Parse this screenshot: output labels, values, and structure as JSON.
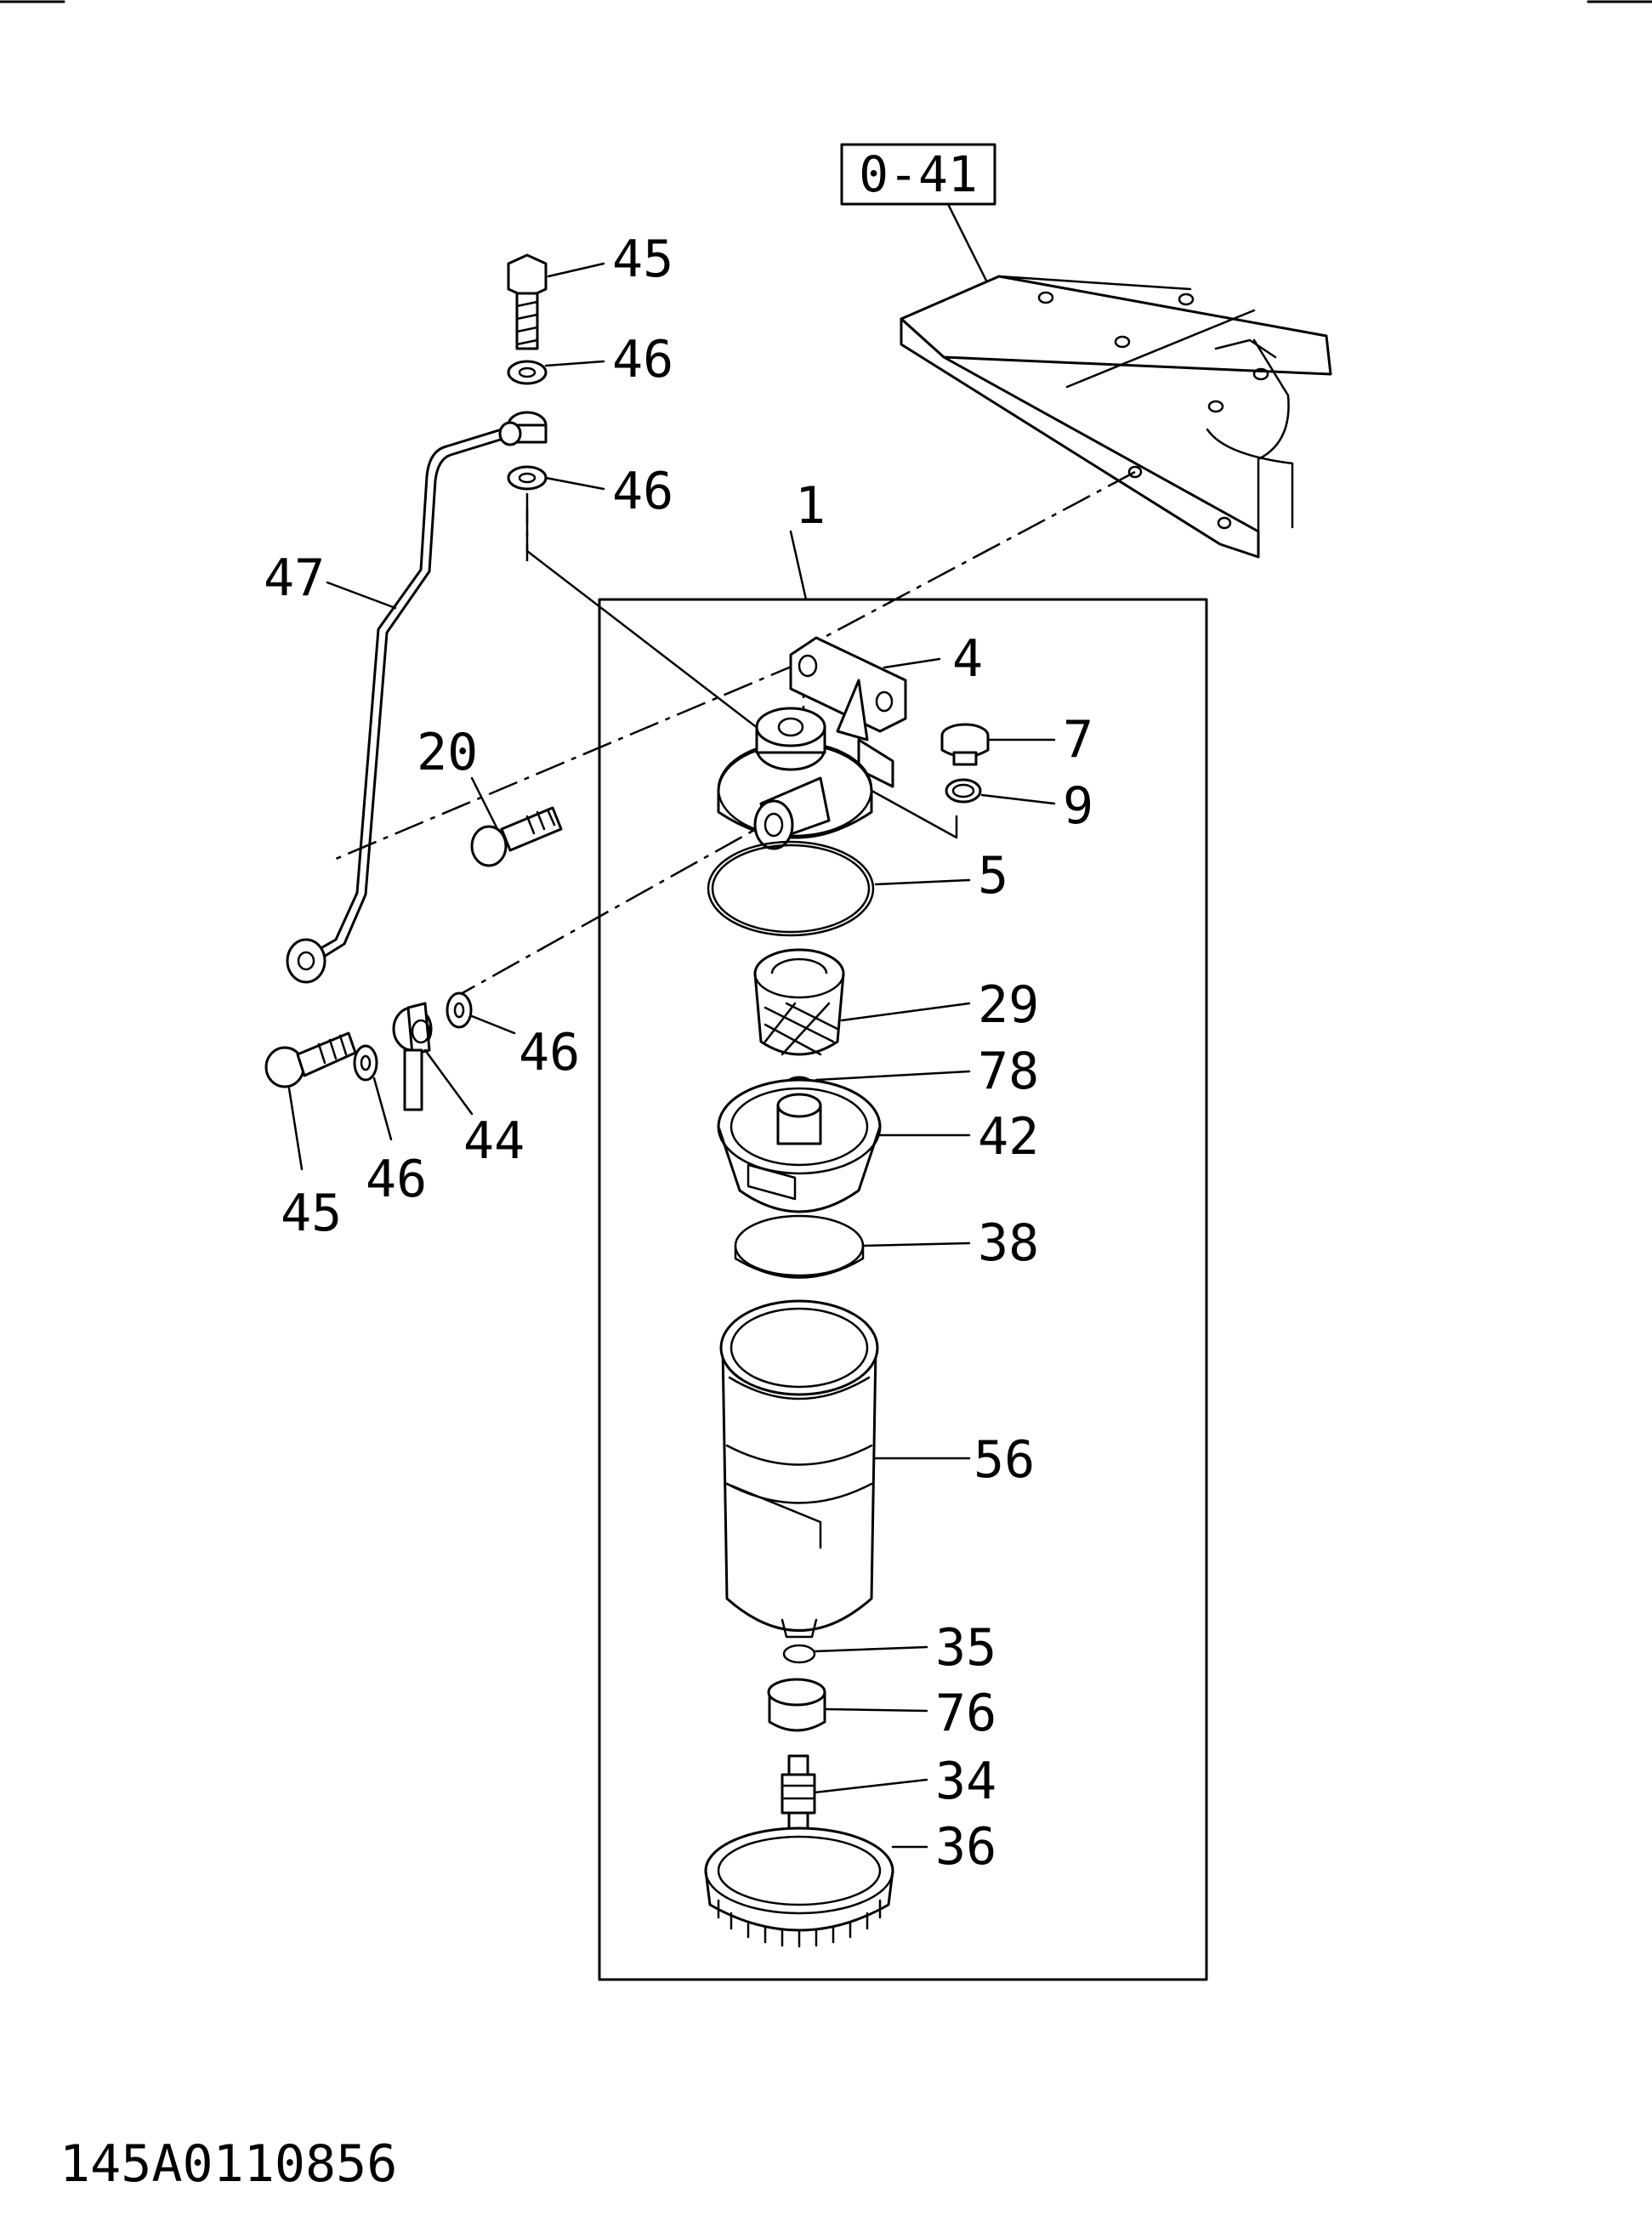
{
  "reference_box": {
    "label": "0-41"
  },
  "drawing_code": "145A0110856",
  "callouts": {
    "c1": "1",
    "c4": "4",
    "c5": "5",
    "c7": "7",
    "c9": "9",
    "c20": "20",
    "c29": "29",
    "c34": "34",
    "c35": "35",
    "c36": "36",
    "c38": "38",
    "c42": "42",
    "c44": "44",
    "c45a": "45",
    "c45b": "45",
    "c46a": "46",
    "c46b": "46",
    "c46c": "46",
    "c46d": "46",
    "c47": "47",
    "c56": "56",
    "c76": "76",
    "c78": "78"
  }
}
